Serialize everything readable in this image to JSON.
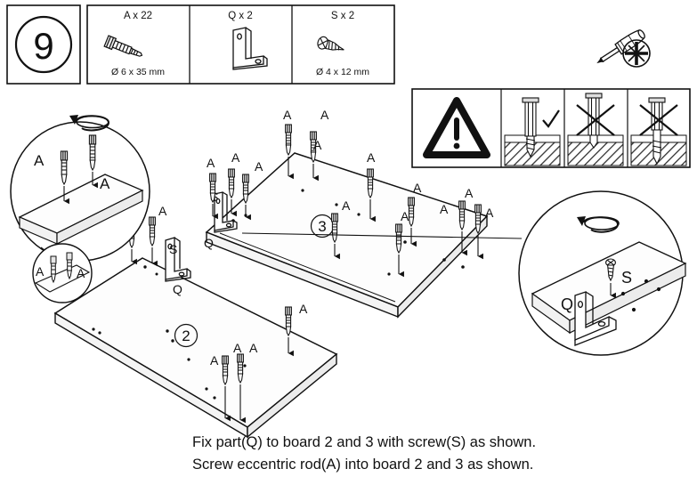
{
  "step": {
    "number": "9"
  },
  "parts_table": {
    "columns": [
      {
        "name": "A x 22",
        "label": "A x 22",
        "spec": "Ø 6 x 35 mm",
        "icon": "dowel-screw-icon"
      },
      {
        "name": "Q x 2",
        "label": "Q x 2",
        "spec": "",
        "icon": "angle-bracket-icon"
      },
      {
        "name": "S x 2",
        "label": "S x 2",
        "spec": "Ø 4 x 12 mm",
        "icon": "wood-screw-icon"
      }
    ],
    "tool": {
      "label": "",
      "icon": "screwdriver-icon"
    },
    "bit": {
      "label": "",
      "icon": "pozidriv-bit-icon"
    }
  },
  "warning_panel": {
    "icon": "warning-triangle-icon",
    "cases": [
      {
        "name": "correct-depth",
        "mark": "✓",
        "mark_type": "check"
      },
      {
        "name": "too-shallow",
        "mark": "✗",
        "mark_type": "cross"
      },
      {
        "name": "too-deep",
        "mark": "✗",
        "mark_type": "cross"
      }
    ]
  },
  "board_labels": {
    "board_two": "2",
    "board_three": "3"
  },
  "fastener_labels": {
    "A": "A",
    "Q": "Q",
    "S": "S"
  },
  "detail_left": {
    "name": "detail-circle-left",
    "labels": [
      "A",
      "A"
    ],
    "rotation_icon": "rotate-arrow-icon"
  },
  "detail_lower_left": {
    "name": "detail-circle-lower-left",
    "labels": [
      "A",
      "A"
    ]
  },
  "detail_right": {
    "name": "detail-circle-right",
    "labels": [
      "S",
      "Q"
    ],
    "rotation_icon": "rotate-arrow-icon"
  },
  "caption": {
    "line1": "Fix part(Q) to board 2 and 3 with screw(S) as shown.",
    "line2": "Screw eccentric rod(A) into board 2 and 3 as shown."
  },
  "colors": {
    "line": "#1a1a1a",
    "background": "#ffffff",
    "hatch": "#4a4a4a",
    "fill_light": "#f2f2f2"
  }
}
